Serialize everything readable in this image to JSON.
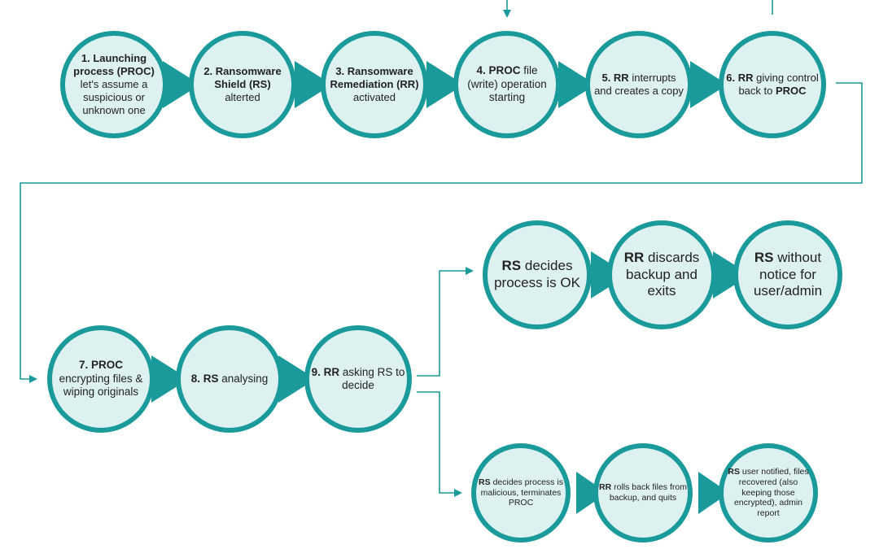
{
  "colors": {
    "fill": "#def1f1",
    "ring": "#1a9a9a",
    "arrow": "#1a9a9a",
    "text": "#222222"
  },
  "row1": {
    "n1": {
      "title": "1. Launching process (PROC)",
      "lines": [
        "let's assume a",
        "suspicious or",
        "unknown one"
      ]
    },
    "n2": {
      "title": "2. Ransomware Shield (RS)",
      "lines": [
        "alterted"
      ]
    },
    "n3": {
      "title": "3. Ransomware Remediation (RR)",
      "lines": [
        "activated"
      ]
    },
    "n4": {
      "title": "4. PROC",
      "lines": [
        "file (write)",
        "operation",
        "starting"
      ]
    },
    "n5": {
      "title": "5. RR",
      "lines": [
        "interrupts and",
        "creates a copy"
      ]
    },
    "n6": {
      "title": "6. RR",
      "line1": "giving control",
      "line2_pre": "back to ",
      "line2_bold": "PROC"
    }
  },
  "row2": {
    "n7": {
      "title": "7. PROC",
      "lines": [
        "encrypting files",
        "& wiping",
        "originals"
      ]
    },
    "n8": {
      "title": "8. RS",
      "lines": [
        "analysing"
      ]
    },
    "n9": {
      "title": "9. RR",
      "lines": [
        "asking RS to",
        "decide"
      ]
    }
  },
  "ok_branch": {
    "a": {
      "title": "RS",
      "lines": [
        "decides",
        "process is",
        "OK"
      ]
    },
    "b": {
      "title": "RR",
      "lines": [
        "discards",
        "backup and",
        "exits"
      ]
    },
    "c": {
      "title": "RS",
      "lines": [
        "without",
        "notice for",
        "user/admin"
      ]
    }
  },
  "bad_branch": {
    "a": {
      "title": "RS",
      "lines": [
        "decides process",
        "is malicious,",
        "terminates PROC"
      ]
    },
    "b": {
      "title": "RR",
      "lines": [
        "rolls back files",
        "from backup, and",
        "quits"
      ]
    },
    "c": {
      "title": "RS",
      "lines": [
        "user notified,",
        "files recovered",
        "(also keeping",
        "those encrypted),",
        "admin report"
      ]
    }
  }
}
